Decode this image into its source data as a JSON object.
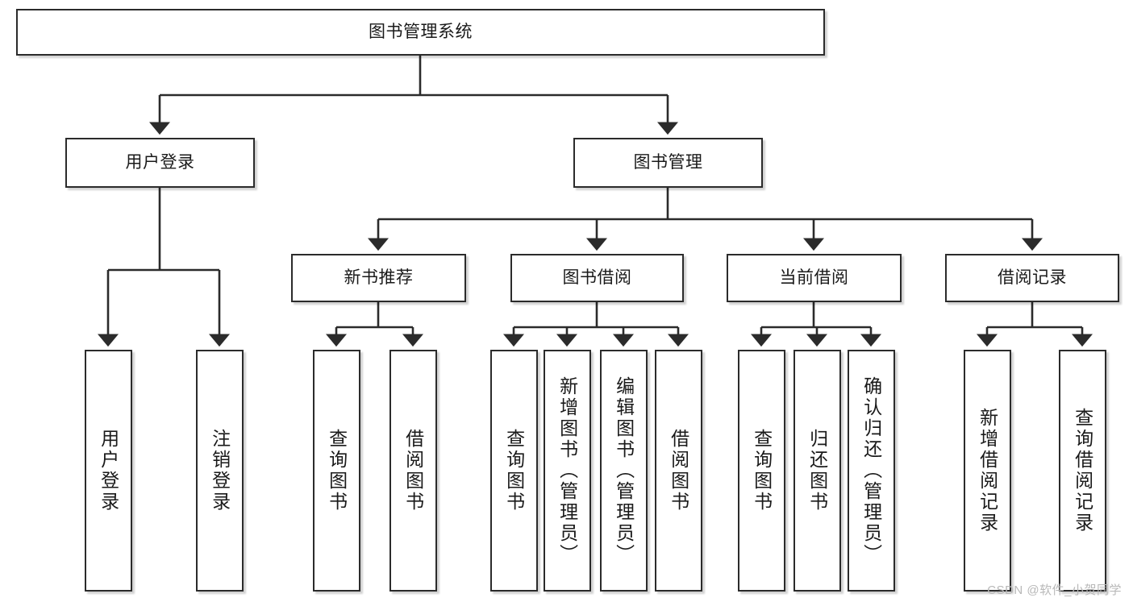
{
  "diagram": {
    "title": "图书管理系统",
    "type": "tree-hierarchy",
    "root": {
      "id": "root",
      "label": "图书管理系统"
    },
    "level2": [
      {
        "id": "user-login",
        "label": "用户登录"
      },
      {
        "id": "book-manage",
        "label": "图书管理"
      }
    ],
    "level3": [
      {
        "id": "new-book-recommend",
        "label": "新书推荐"
      },
      {
        "id": "book-borrow",
        "label": "图书借阅"
      },
      {
        "id": "current-borrow",
        "label": "当前借阅"
      },
      {
        "id": "borrow-record",
        "label": "借阅记录"
      }
    ],
    "leaves": [
      {
        "id": "leaf-user-login",
        "label": "用户登录",
        "parent": "user-login"
      },
      {
        "id": "leaf-logout",
        "label": "注销登录",
        "parent": "user-login"
      },
      {
        "id": "leaf-query-book-1",
        "label": "查询图书",
        "parent": "new-book-recommend"
      },
      {
        "id": "leaf-borrow-book-1",
        "label": "借阅图书",
        "parent": "new-book-recommend"
      },
      {
        "id": "leaf-query-book-2",
        "label": "查询图书",
        "parent": "book-borrow"
      },
      {
        "id": "leaf-add-book",
        "label": "新增图书（管理员）",
        "parent": "book-borrow"
      },
      {
        "id": "leaf-edit-book",
        "label": "编辑图书（管理员）",
        "parent": "book-borrow"
      },
      {
        "id": "leaf-borrow-book-2",
        "label": "借阅图书",
        "parent": "book-borrow"
      },
      {
        "id": "leaf-query-book-3",
        "label": "查询图书",
        "parent": "current-borrow"
      },
      {
        "id": "leaf-return-book",
        "label": "归还图书",
        "parent": "current-borrow"
      },
      {
        "id": "leaf-confirm-return",
        "label": "确认归还（管理员）",
        "parent": "current-borrow"
      },
      {
        "id": "leaf-add-record",
        "label": "新增借阅记录",
        "parent": "borrow-record"
      },
      {
        "id": "leaf-query-record",
        "label": "查询借阅记录",
        "parent": "borrow-record"
      }
    ],
    "colors": {
      "stroke": "#2b2b2b",
      "fill": "#ffffff",
      "text": "#1a1a1a",
      "watermark": "#b8b8b8"
    }
  },
  "watermark": {
    "text": "CSDN @软件_小贺同学"
  }
}
